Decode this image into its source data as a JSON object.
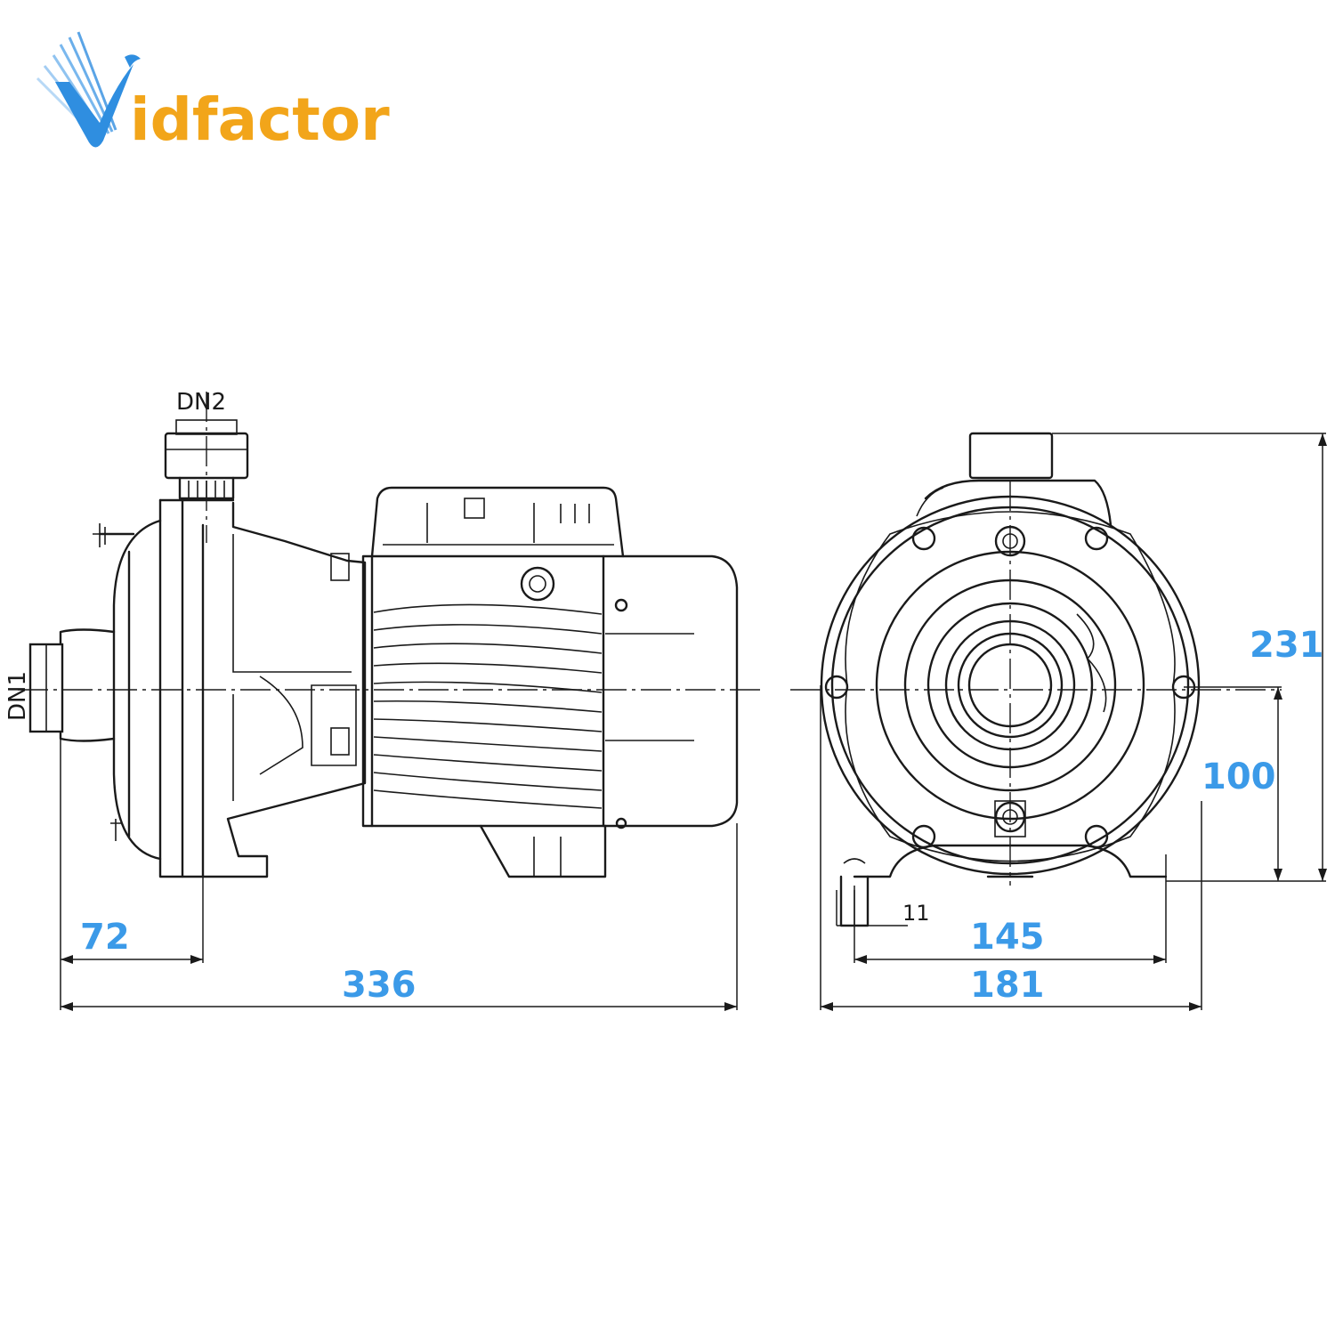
{
  "logo": {
    "text": "Vidfactor",
    "letter_v": "V",
    "rest": "idfactor",
    "color_v": "#2f8ee0",
    "color_text": "#f2a51a"
  },
  "colors": {
    "dimension_text": "#3b9ae8",
    "line": "#1a1a1a"
  },
  "labels": {
    "dn1": "DN1",
    "dn2": "DN2"
  },
  "dimensions": {
    "d72": "72",
    "d336": "336",
    "d231": "231",
    "d100": "100",
    "d145": "145",
    "d181": "181",
    "d11": "11"
  }
}
